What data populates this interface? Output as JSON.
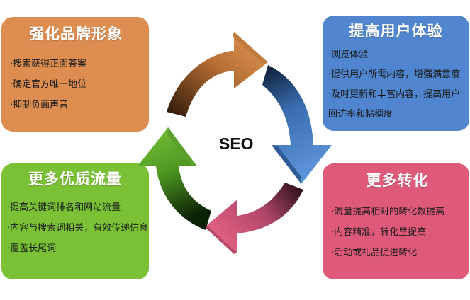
{
  "center_label": "SEO",
  "colors": {
    "orange": "#dd8d4f",
    "blue": "#4f86cf",
    "green": "#7ac135",
    "pink": "#df5a79"
  },
  "boxes": {
    "brand": {
      "title": "强化品牌形象",
      "items": [
        "·搜索获得正面答案",
        "·确定官方唯一地位",
        "·抑制负面声音"
      ]
    },
    "ux": {
      "title": "提高用户体验",
      "items": [
        "·浏览体验",
        "·提供用户所需内容，增强满意度",
        "·及时更新和丰富内容，提高用户",
        "回访率和粘稠度"
      ]
    },
    "traffic": {
      "title": "更多优质流量",
      "items": [
        "·提高关键词排名和网站流量",
        "·内容与搜索词相关，有效传递信息",
        "·覆盖长尾词"
      ]
    },
    "conversion": {
      "title": "更多转化",
      "items": [
        "·流量提高相对的转化数提高",
        "·内容精准，转化里提高",
        "·活动或礼品促进转化"
      ]
    }
  }
}
